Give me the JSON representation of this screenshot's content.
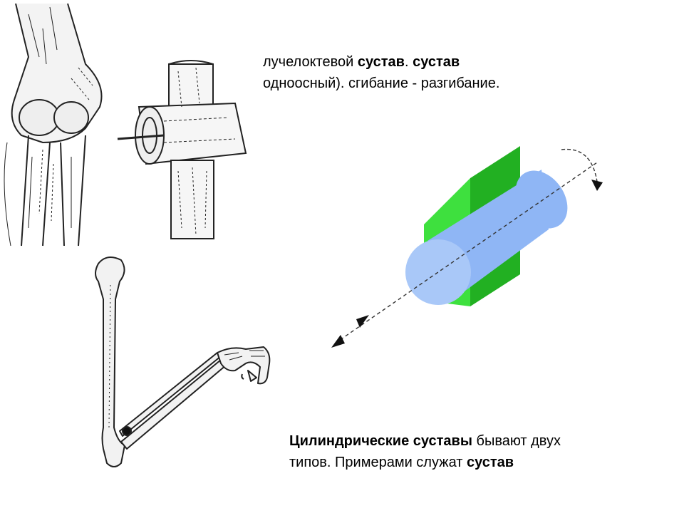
{
  "top_caption": {
    "line1": {
      "a": "лучелоктевой ",
      "b": "сустав",
      "c": ". ",
      "d": "сустав"
    },
    "line2": "одноосный). сгибание - разгибание."
  },
  "bottom_caption": {
    "line1": {
      "a": "Цилиндрические суставы",
      "b": " бывают двух"
    },
    "line2": {
      "a": "типов. Примерами служат ",
      "b": "сустав"
    }
  },
  "colors": {
    "cylinder": "#8fb6f5",
    "cylinder_face": "#a9c8f8",
    "block": "#3ee03e",
    "block_dark": "#22b022"
  }
}
